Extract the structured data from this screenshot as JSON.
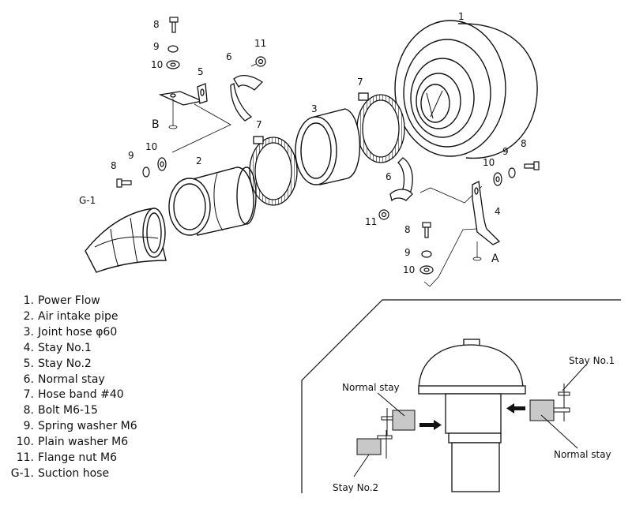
{
  "callouts": {
    "n1": "1",
    "n2": "2",
    "n3": "3",
    "n4": "4",
    "n5": "5",
    "n6": "6",
    "n7": "7",
    "n8": "8",
    "n9": "9",
    "n10": "10",
    "n11": "11",
    "g1": "G-1",
    "point_a": "A",
    "point_b": "B"
  },
  "legend": [
    {
      "num": "1.",
      "text": "Power Flow"
    },
    {
      "num": "2.",
      "text": "Air intake pipe"
    },
    {
      "num": "3.",
      "text": "Joint hose  φ60"
    },
    {
      "num": "4.",
      "text": "Stay  No.1"
    },
    {
      "num": "5.",
      "text": "Stay  No.2"
    },
    {
      "num": "6.",
      "text": "Normal stay"
    },
    {
      "num": "7.",
      "text": "Hose band  #40"
    },
    {
      "num": "8.",
      "text": "Bolt  M6-15"
    },
    {
      "num": "9.",
      "text": "Spring washer  M6"
    },
    {
      "num": "10.",
      "text": "Plain washer  M6"
    },
    {
      "num": "11.",
      "text": "Flange nut  M6"
    },
    {
      "num": "G-1.",
      "text": "Suction hose"
    }
  ],
  "inset": {
    "stay_no1": "Stay No.1",
    "stay_no2": "Stay No.2",
    "normal_stay_left": "Normal stay",
    "normal_stay_right": "Normal stay"
  }
}
